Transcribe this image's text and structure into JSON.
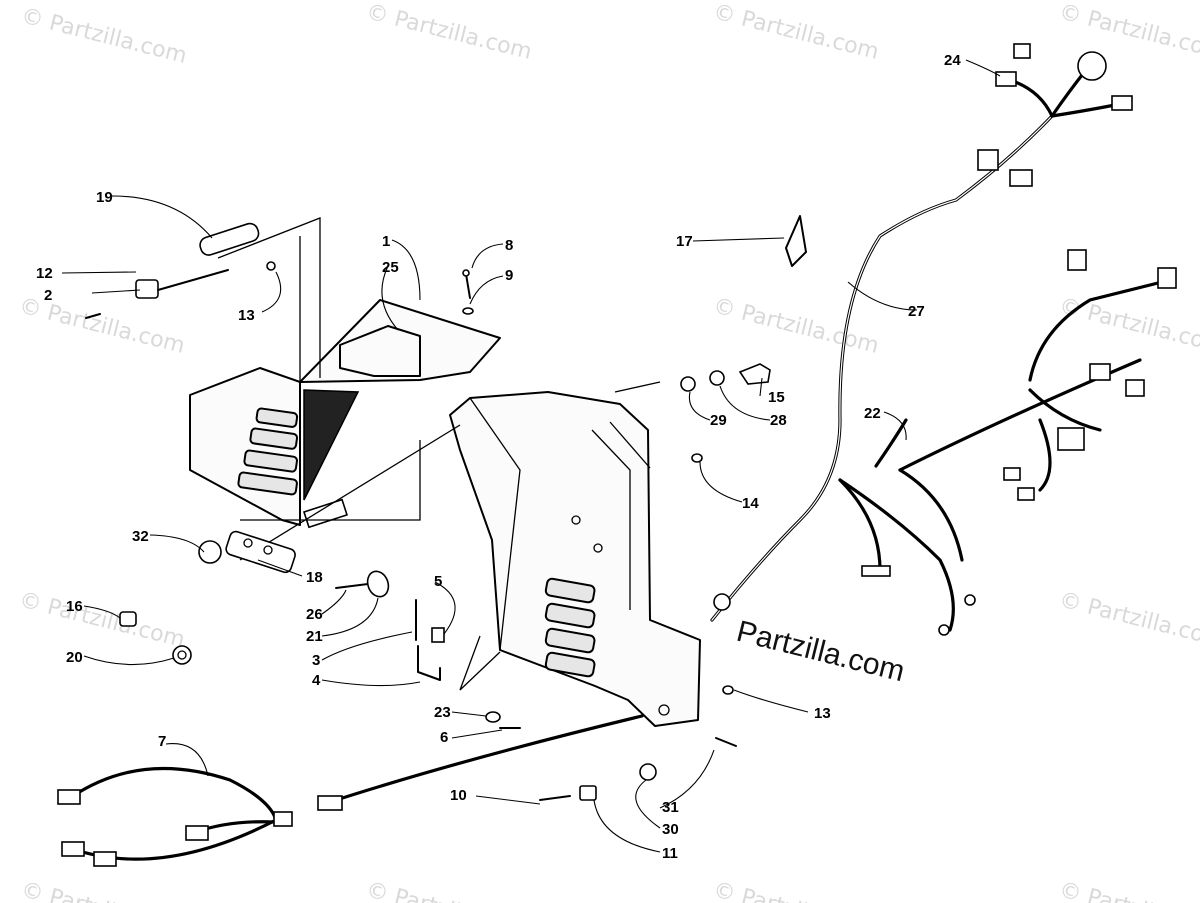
{
  "watermark": {
    "text": "© Partzilla.com",
    "brand": "Partzilla.com"
  },
  "callouts": [
    {
      "id": "c1",
      "label": "1"
    },
    {
      "id": "c2",
      "label": "2"
    },
    {
      "id": "c3",
      "label": "3"
    },
    {
      "id": "c4",
      "label": "4"
    },
    {
      "id": "c5",
      "label": "5"
    },
    {
      "id": "c6",
      "label": "6"
    },
    {
      "id": "c7",
      "label": "7"
    },
    {
      "id": "c8",
      "label": "8"
    },
    {
      "id": "c9",
      "label": "9"
    },
    {
      "id": "c10",
      "label": "10"
    },
    {
      "id": "c11",
      "label": "11"
    },
    {
      "id": "c12",
      "label": "12"
    },
    {
      "id": "c13a",
      "label": "13"
    },
    {
      "id": "c13b",
      "label": "13"
    },
    {
      "id": "c14",
      "label": "14"
    },
    {
      "id": "c15",
      "label": "15"
    },
    {
      "id": "c16",
      "label": "16"
    },
    {
      "id": "c17",
      "label": "17"
    },
    {
      "id": "c18",
      "label": "18"
    },
    {
      "id": "c19",
      "label": "19"
    },
    {
      "id": "c20",
      "label": "20"
    },
    {
      "id": "c21",
      "label": "21"
    },
    {
      "id": "c22",
      "label": "22"
    },
    {
      "id": "c23",
      "label": "23"
    },
    {
      "id": "c24",
      "label": "24"
    },
    {
      "id": "c25",
      "label": "25"
    },
    {
      "id": "c26",
      "label": "26"
    },
    {
      "id": "c27",
      "label": "27"
    },
    {
      "id": "c28",
      "label": "28"
    },
    {
      "id": "c29",
      "label": "29"
    },
    {
      "id": "c30",
      "label": "30"
    },
    {
      "id": "c31",
      "label": "31"
    },
    {
      "id": "c32",
      "label": "32"
    }
  ]
}
